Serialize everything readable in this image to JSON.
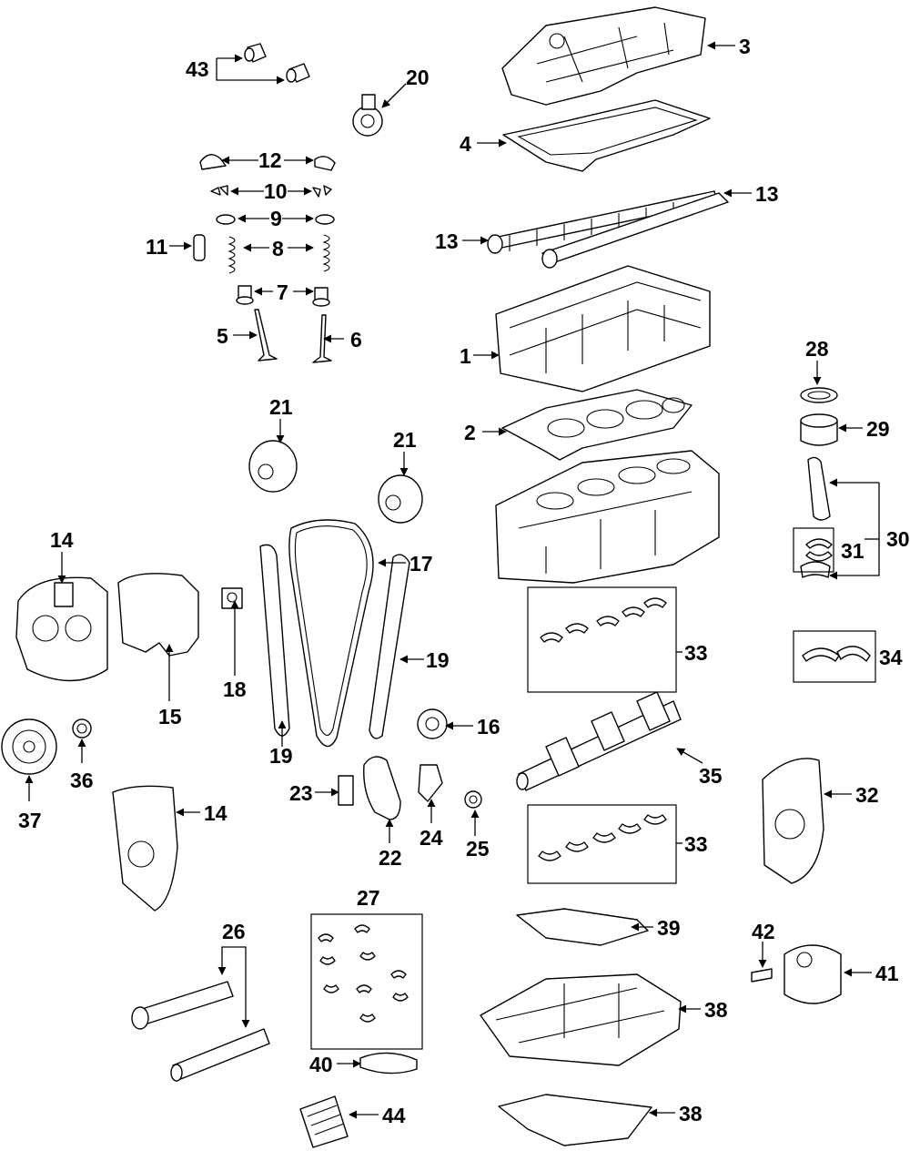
{
  "diagram": {
    "labels": [
      {
        "id": "l43",
        "text": "43"
      },
      {
        "id": "l20",
        "text": "20"
      },
      {
        "id": "l3",
        "text": "3"
      },
      {
        "id": "l4",
        "text": "4"
      },
      {
        "id": "l12",
        "text": "12"
      },
      {
        "id": "l10",
        "text": "10"
      },
      {
        "id": "l13a",
        "text": "13"
      },
      {
        "id": "l9",
        "text": "9"
      },
      {
        "id": "l11",
        "text": "11"
      },
      {
        "id": "l8",
        "text": "8"
      },
      {
        "id": "l13b",
        "text": "13"
      },
      {
        "id": "l7",
        "text": "7"
      },
      {
        "id": "l1",
        "text": "1"
      },
      {
        "id": "l5",
        "text": "5"
      },
      {
        "id": "l6",
        "text": "6"
      },
      {
        "id": "l28",
        "text": "28"
      },
      {
        "id": "l21a",
        "text": "21"
      },
      {
        "id": "l2",
        "text": "2"
      },
      {
        "id": "l29",
        "text": "29"
      },
      {
        "id": "l21b",
        "text": "21"
      },
      {
        "id": "l14a",
        "text": "14"
      },
      {
        "id": "l17",
        "text": "17"
      },
      {
        "id": "l30",
        "text": "30"
      },
      {
        "id": "l31",
        "text": "31"
      },
      {
        "id": "l19a",
        "text": "19"
      },
      {
        "id": "l33a",
        "text": "33"
      },
      {
        "id": "l18",
        "text": "18"
      },
      {
        "id": "l15",
        "text": "15"
      },
      {
        "id": "l34",
        "text": "34"
      },
      {
        "id": "l19b",
        "text": "19"
      },
      {
        "id": "l16",
        "text": "16"
      },
      {
        "id": "l36",
        "text": "36"
      },
      {
        "id": "l35",
        "text": "35"
      },
      {
        "id": "l23",
        "text": "23"
      },
      {
        "id": "l37",
        "text": "37"
      },
      {
        "id": "l14b",
        "text": "14"
      },
      {
        "id": "l32",
        "text": "32"
      },
      {
        "id": "l24",
        "text": "24"
      },
      {
        "id": "l25",
        "text": "25"
      },
      {
        "id": "l33b",
        "text": "33"
      },
      {
        "id": "l22",
        "text": "22"
      },
      {
        "id": "l27",
        "text": "27"
      },
      {
        "id": "l26",
        "text": "26"
      },
      {
        "id": "l39",
        "text": "39"
      },
      {
        "id": "l42",
        "text": "42"
      },
      {
        "id": "l41",
        "text": "41"
      },
      {
        "id": "l38a",
        "text": "38"
      },
      {
        "id": "l40",
        "text": "40"
      },
      {
        "id": "l44",
        "text": "44"
      },
      {
        "id": "l38b",
        "text": "38"
      }
    ]
  }
}
